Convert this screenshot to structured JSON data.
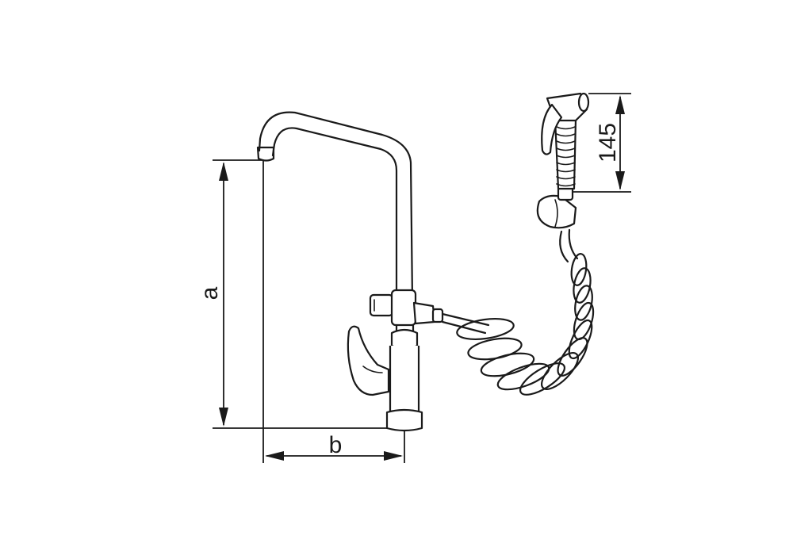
{
  "diagram": {
    "dimensions": {
      "height_label": "a",
      "reach_label": "b",
      "handshower_length_label": "145"
    }
  }
}
